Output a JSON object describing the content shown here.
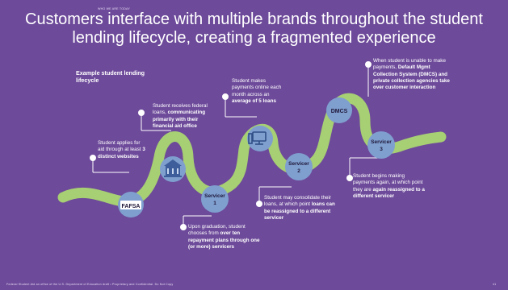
{
  "header": {
    "tag": "WHO WE ARE TODAY",
    "title": "Customers interface with multiple brands throughout the student lending lifecycle, creating a fragmented experience"
  },
  "example_label": "Example student lending lifecycle",
  "steps": {
    "apply": {
      "pre": "Student applies for aid through at least ",
      "bold": "3 distinct websites",
      "post": ""
    },
    "federal": {
      "pre": "Student receives federal loans, ",
      "bold": "communicating primarily with their financial aid office",
      "post": ""
    },
    "graduation": {
      "pre": "Upon graduation, student chooses from ",
      "bold": "over ten repayment plans through one (or more) servicers",
      "post": ""
    },
    "payments": {
      "pre": "Student makes payments online each month across an ",
      "bold": "average of 5 loans",
      "post": ""
    },
    "consolidate": {
      "pre": "Student may consolidate their loans, at which point ",
      "bold": "loans can be reassigned to a different servicer",
      "post": ""
    },
    "unable": {
      "pre": "When student is unable to make payments, ",
      "bold": "Default Mgmt Collection System (DMCS) and private collection agencies take over customer interaction",
      "post": ""
    },
    "begins": {
      "pre": "Student begins making payments again, at which point they are ",
      "bold": "again reassigned to a different servicer",
      "post": ""
    }
  },
  "nodes": {
    "fafsa": "FAFSA",
    "servicer1": [
      "Servicer",
      "1"
    ],
    "servicer2": [
      "Servicer",
      "2"
    ],
    "dmcs": "DMCS",
    "servicer3": [
      "Servicer",
      "3"
    ]
  },
  "footer": {
    "confidential": "Federal Student Aid an office of the U.S. Department of Education draft • Proprietary and Confidential. Do Not Copy",
    "page": "41"
  },
  "colors": {
    "background": "#6d4a9a",
    "path": "#a7cf73",
    "node": "#7f9fcf",
    "text": "#ffffff"
  }
}
